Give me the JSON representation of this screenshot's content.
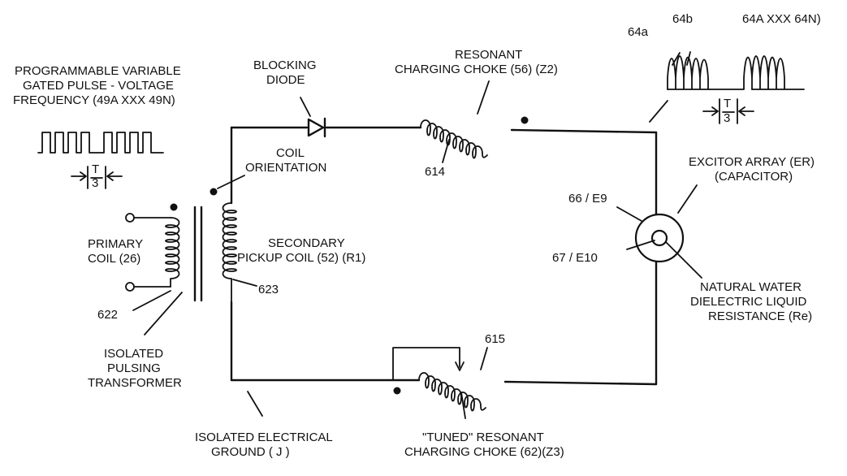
{
  "labels": {
    "pulse_1": "PROGRAMMABLE VARIABLE",
    "pulse_2": "GATED PULSE - VOLTAGE",
    "pulse_3": "FREQUENCY (49A XXX 49N)",
    "t_left": "T",
    "three_left": "3",
    "blocking_1": "BLOCKING",
    "blocking_2": "DIODE",
    "resonant_1": "RESONANT",
    "resonant_2": "CHARGING CHOKE (56) (Z2)",
    "coil_orient_1": "COIL",
    "coil_orient_2": "ORIENTATION",
    "n614": "614",
    "n64a": "64a",
    "n64b": "64b",
    "n64A": "64A XXX 64N)",
    "t_right": "T",
    "three_right": "3",
    "excitor_1": "EXCITOR ARRAY (ER)",
    "excitor_2": "(CAPACITOR)",
    "e9": "66 / E9",
    "e10": "67 / E10",
    "primary_1": "PRIMARY",
    "primary_2": "COIL (26)",
    "secondary_1": "SECONDARY",
    "secondary_2": "PICKUP COIL (52) (R1)",
    "n623": "623",
    "n622": "622",
    "water_1": "NATURAL WATER",
    "water_2": "DIELECTRIC LIQUID",
    "water_3": "RESISTANCE (Re)",
    "isolated_1": "ISOLATED",
    "isolated_2": "PULSING",
    "isolated_3": "TRANSFORMER",
    "n615": "615",
    "ground_1": "ISOLATED ELECTRICAL",
    "ground_2": "GROUND ( J )",
    "tuned_1": "\"TUNED\" RESONANT",
    "tuned_2": "CHARGING CHOKE (62)(Z3)"
  }
}
